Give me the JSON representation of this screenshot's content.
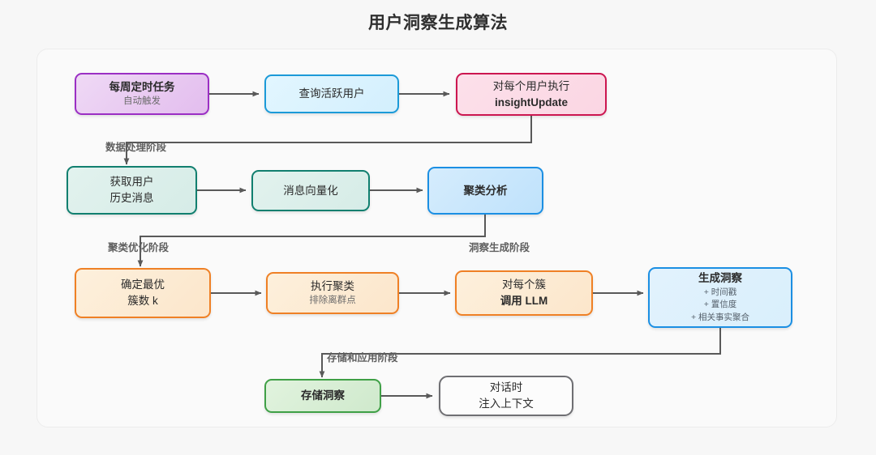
{
  "title": "用户洞察生成算法",
  "colors": {
    "background": "#f7f7f7",
    "canvas": "#fafafa",
    "edge": "#595959",
    "purple_border": "#9b2fc4",
    "cyan_border": "#1b9ad8",
    "pink_border": "#cc1650",
    "teal_border": "#117f6f",
    "blue_border": "#1b8fe3",
    "orange_border": "#ef8025",
    "green_border": "#3fa046",
    "gray_border": "#6f6f73"
  },
  "nodes": {
    "weekly_task": {
      "title": "每周定时任务",
      "sub": "自动触发"
    },
    "query_active_users": {
      "title": "查询活跃用户"
    },
    "insight_update": {
      "title": "对每个用户执行",
      "line2": "insightUpdate"
    },
    "fetch_history": {
      "title": "获取用户",
      "line2": "历史消息"
    },
    "vectorize": {
      "title": "消息向量化"
    },
    "cluster_analysis": {
      "title": "聚类分析"
    },
    "optimal_k": {
      "title": "确定最优",
      "line2": "簇数 k"
    },
    "run_clustering": {
      "title": "执行聚类",
      "sub": "排除离群点"
    },
    "call_llm": {
      "title": "对每个簇",
      "line2": "调用 LLM"
    },
    "generate_insight": {
      "title": "生成洞察",
      "meta_1": "+ 时间戳",
      "meta_2": "+ 置信度",
      "meta_3": "+ 相关事实聚合"
    },
    "store_insight": {
      "title": "存储洞察"
    },
    "inject_context": {
      "title": "对话时",
      "line2": "注入上下文"
    }
  },
  "edge_labels": {
    "data_processing": "数据处理阶段",
    "cluster_optimization": "聚类优化阶段",
    "insight_generation": "洞察生成阶段",
    "storage_application": "存储和应用阶段"
  }
}
